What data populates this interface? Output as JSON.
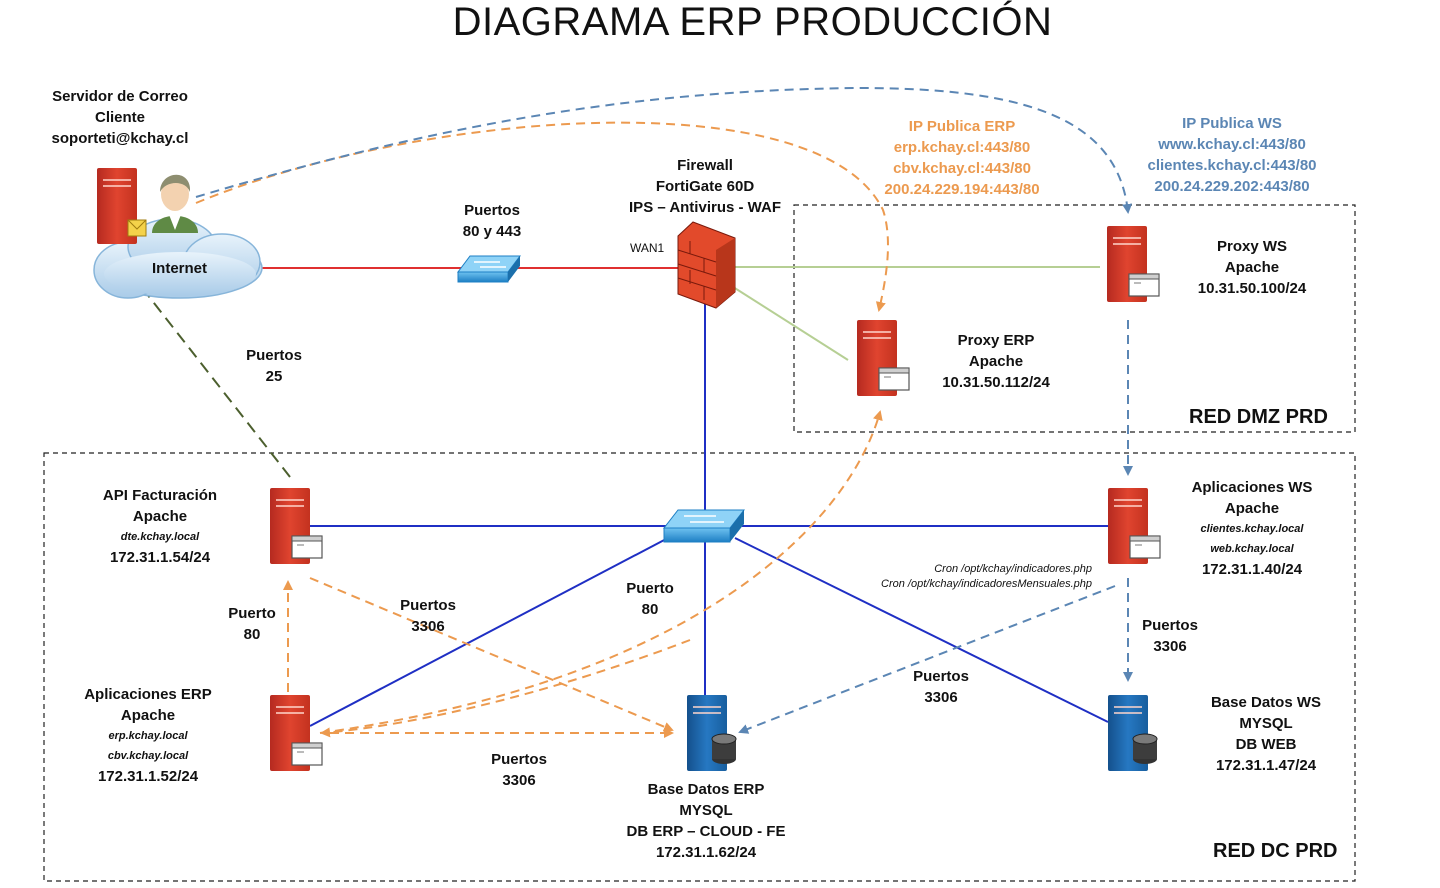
{
  "title": "DIAGRAMA ERP PRODUCCIÓN",
  "internet": {
    "label": "Internet"
  },
  "mail_server": {
    "line1": "Servidor de Correo",
    "line2": "Cliente",
    "line3": "soporteti@kchay.cl"
  },
  "switch_top": {
    "line1": "Puertos",
    "line2": "80 y 443"
  },
  "firewall": {
    "line1": "Firewall",
    "line2": "FortiGate 60D",
    "line3": "IPS – Antivirus - WAF",
    "wan": "WAN1"
  },
  "ip_publica_erp": {
    "line1": "IP Publica ERP",
    "line2": "erp.kchay.cl:443/80",
    "line3": "cbv.kchay.cl:443/80",
    "line4": "200.24.229.194:443/80"
  },
  "ip_publica_ws": {
    "line1": "IP Publica WS",
    "line2": "www.kchay.cl:443/80",
    "line3": "clientes.kchay.cl:443/80",
    "line4": "200.24.229.202:443/80"
  },
  "proxy_ws": {
    "line1": "Proxy WS",
    "line2": "Apache",
    "line3": "10.31.50.100/24"
  },
  "proxy_erp": {
    "line1": "Proxy ERP",
    "line2": "Apache",
    "line3": "10.31.50.112/24"
  },
  "zones": {
    "dmz": "RED DMZ PRD",
    "dc": "RED DC PRD"
  },
  "puertos_25": {
    "line1": "Puertos",
    "line2": "25"
  },
  "api_facturacion": {
    "line1": "API Facturación",
    "line2": "Apache",
    "line3": "dte.kchay.local",
    "line4": "172.31.1.54/24"
  },
  "aplicaciones_ws": {
    "line1": "Aplicaciones WS",
    "line2": "Apache",
    "line3": "clientes.kchay.local",
    "line4": "web.kchay.local",
    "line5": "172.31.1.40/24"
  },
  "cron": {
    "line1": "Cron /opt/kchay/indicadores.php",
    "line2": "Cron /opt/kchay/indicadoresMensuales.php"
  },
  "puerto_80_left": {
    "line1": "Puerto",
    "line2": "80"
  },
  "puertos_3306_a": {
    "line1": "Puertos",
    "line2": "3306"
  },
  "puerto_80_mid": {
    "line1": "Puerto",
    "line2": "80"
  },
  "puertos_3306_ws": {
    "line1": "Puertos",
    "line2": "3306"
  },
  "puertos_3306_c": {
    "line1": "Puertos",
    "line2": "3306"
  },
  "puertos_3306_d": {
    "line1": "Puertos",
    "line2": "3306"
  },
  "aplicaciones_erp": {
    "line1": "Aplicaciones ERP",
    "line2": "Apache",
    "line3": "erp.kchay.local",
    "line4": "cbv.kchay.local",
    "line5": "172.31.1.52/24"
  },
  "bd_erp": {
    "line1": "Base Datos ERP",
    "line2": "MYSQL",
    "line3": "DB ERP – CLOUD - FE",
    "line4": "172.31.1.62/24"
  },
  "bd_ws": {
    "line1": "Base Datos WS",
    "line2": "MYSQL",
    "line3": "DB WEB",
    "line4": "172.31.1.47/24"
  },
  "colors": {
    "red_server": "#d9382b",
    "blue_server": "#1e6cb4",
    "orange_flow": "#ec9a4f",
    "blue_flow": "#5b86b4",
    "green_flow": "#4c5f2e",
    "lan": "#1f2fc4",
    "wan": "#e03030",
    "dmz_link": "#b6cf94"
  }
}
